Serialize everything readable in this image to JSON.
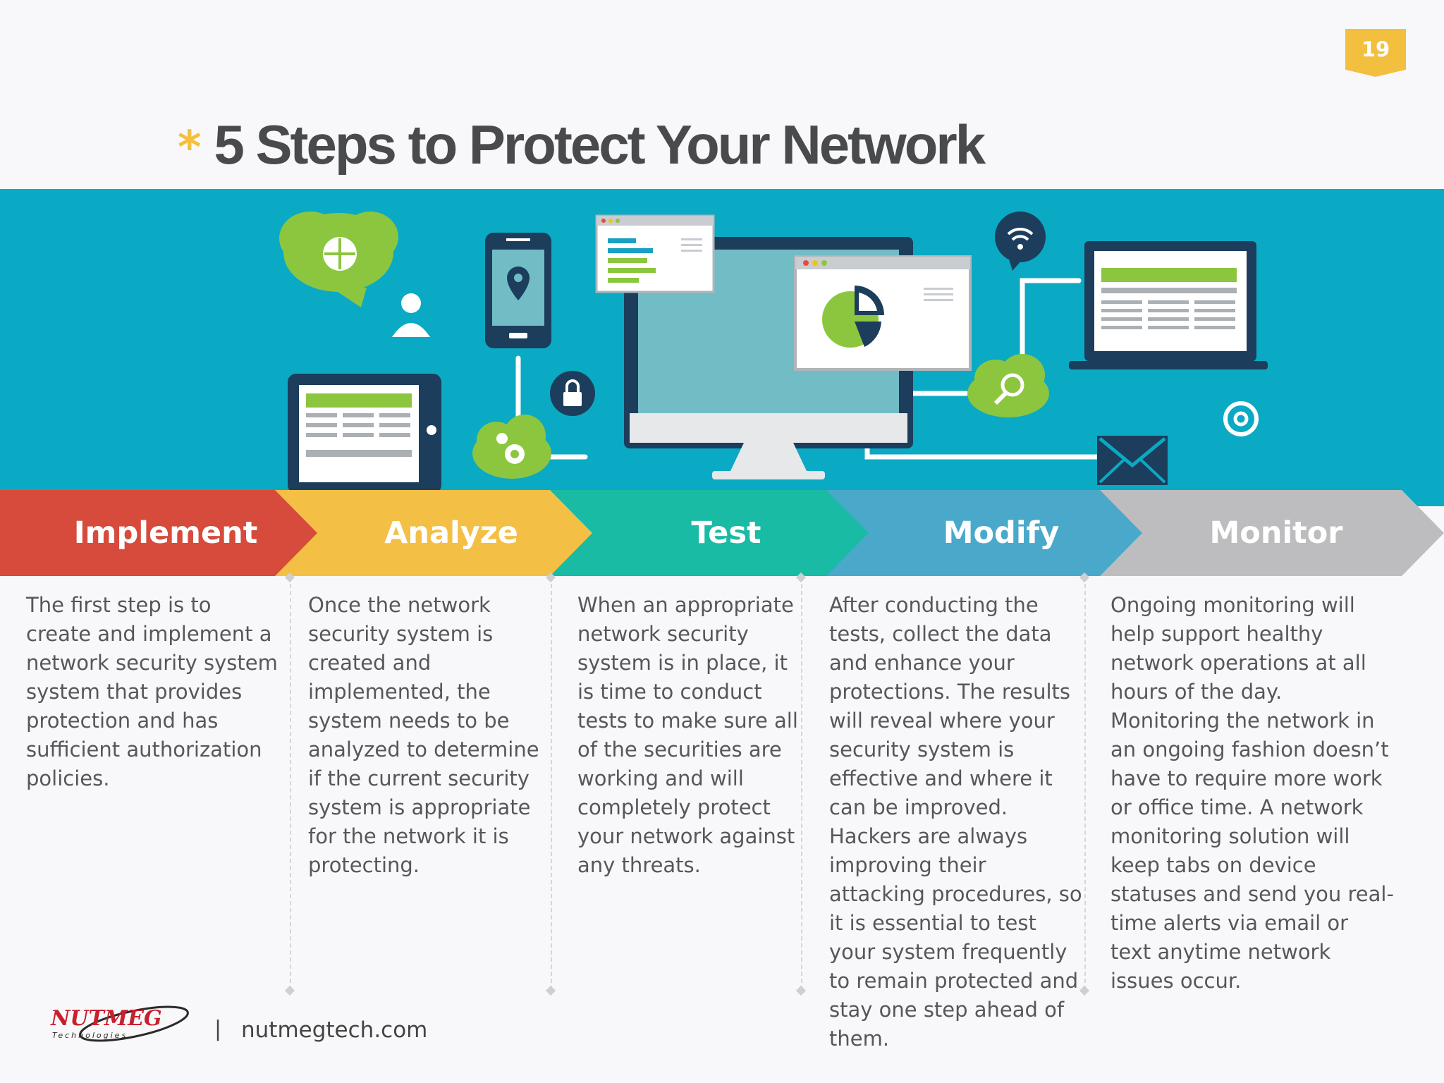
{
  "page_number": "19",
  "title": {
    "bullet": "*",
    "text": "5 Steps to Protect Your Network"
  },
  "steps": [
    {
      "label": "Implement",
      "color": "#d64b3c",
      "description": "The first step is to\ncreate and implement a\nnetwork security system\nsystem that provides\nprotection and has\nsufficient authorization\npolicies."
    },
    {
      "label": "Analyze",
      "color": "#f3bf45",
      "description": "Once the network\nsecurity system is\ncreated and\nimplemented, the\nsystem needs to be\nanalyzed to determine\nif the current security\nsystem is appropriate\nfor the network it is\nprotecting."
    },
    {
      "label": "Test",
      "color": "#19bba5",
      "description": "When an appropriate\nnetwork security\nsystem is in place, it\nis time to conduct\ntests to make sure all\nof the securities are\nworking and will\ncompletely protect\nyour network against\nany threats."
    },
    {
      "label": "Modify",
      "color": "#4aa9cb",
      "description": "After conducting the\ntests, collect the data\nand enhance your\nprotections. The results\nwill reveal where your\nsecurity system is\neffective and where it\ncan be improved.\nHackers are always\nimproving their\nattacking procedures, so\nit is essential to test\nyour system frequently\nto remain protected and\nstay one step ahead of\nthem."
    },
    {
      "label": "Monitor",
      "color": "#bdbdbf",
      "description": "Ongoing monitoring will\nhelp support healthy\nnetwork operations at all\nhours of the day.\nMonitoring the network in\nan ongoing fashion doesn’t\nhave to require more work\nor office time. A network\nmonitoring solution will\nkeep tabs on device\nstatuses and send you real-\ntime alerts via email or\ntext anytime network\nissues occur."
    }
  ],
  "footer": {
    "logo_text": "NUTMEG",
    "logo_subtext": "Technologies",
    "separator": "|",
    "url": "nutmegtech.com"
  },
  "colors": {
    "accent": "#f3bf3f",
    "banner": "#0aa9c4",
    "green": "#8cc63f",
    "navy": "#1d3d5c"
  }
}
